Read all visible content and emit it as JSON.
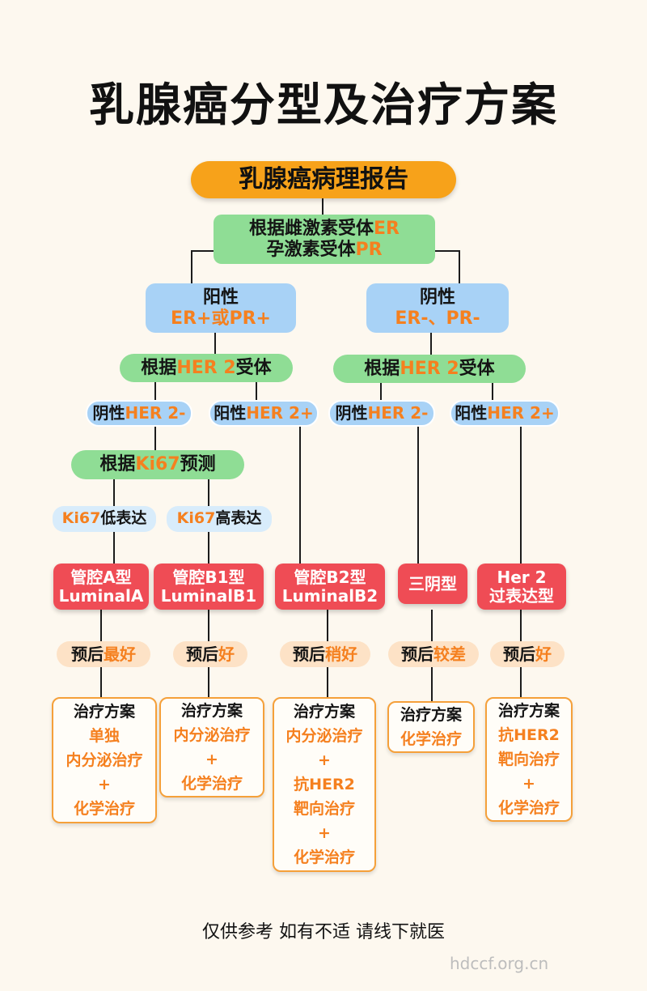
{
  "title": "乳腺癌分型及治疗方案",
  "root": "乳腺癌病理报告",
  "criteria": {
    "line1_a": "根据雌激素受体",
    "line1_b": "ER",
    "line2_a": "孕激素受体",
    "line2_b": "PR"
  },
  "positive": {
    "label": "阳性",
    "detail": "ER+或PR+"
  },
  "negative": {
    "label": "阴性",
    "detail": "ER-、PR-"
  },
  "her2_check": {
    "prefix": "根据",
    "highlight": "HER 2",
    "suffix": "受体"
  },
  "her2_neg": {
    "prefix": "阴性",
    "highlight": "HER 2-"
  },
  "her2_pos": {
    "prefix": "阳性",
    "highlight": "HER 2+"
  },
  "ki67_check": {
    "prefix": "根据",
    "highlight": "Ki67",
    "suffix": "预测"
  },
  "ki67_low": {
    "highlight": "Ki67",
    "suffix": "低表达"
  },
  "ki67_high": {
    "highlight": "Ki67",
    "suffix": "高表达"
  },
  "types": [
    {
      "line1": "管腔A型",
      "line2": "LuminalA"
    },
    {
      "line1": "管腔B1型",
      "line2": "LuminalB1"
    },
    {
      "line1": "管腔B2型",
      "line2": "LuminalB2"
    },
    {
      "line1": "三阴型",
      "line2": ""
    },
    {
      "line1": "Her 2",
      "line2": "过表达型"
    }
  ],
  "prognosis": [
    {
      "prefix": "预后",
      "highlight": "最好"
    },
    {
      "prefix": "预后",
      "highlight": "好"
    },
    {
      "prefix": "预后",
      "highlight": "稍好"
    },
    {
      "prefix": "预后",
      "highlight": "较差"
    },
    {
      "prefix": "预后",
      "highlight": "好"
    }
  ],
  "treatments": [
    {
      "header": "治疗方案",
      "lines": [
        "单独",
        "内分泌治疗",
        "+",
        "化学治疗"
      ]
    },
    {
      "header": "治疗方案",
      "lines": [
        "内分泌治疗",
        "+",
        "化学治疗"
      ]
    },
    {
      "header": "治疗方案",
      "lines": [
        "内分泌治疗",
        "+",
        "抗HER2",
        "靶向治疗",
        "+",
        "化学治疗"
      ]
    },
    {
      "header": "治疗方案",
      "lines": [
        "化学治疗"
      ]
    },
    {
      "header": "治疗方案",
      "lines": [
        "抗HER2",
        "靶向治疗",
        "+",
        "化学治疗"
      ]
    }
  ],
  "footer": "仅供参考 如有不适 请线下就医",
  "watermark": "hdccf.org.cn",
  "colors": {
    "orange": "#f7a21a",
    "green": "#8fdd95",
    "blue": "#a8d2f6",
    "red": "#ef4c55",
    "highlight": "#f5801f",
    "background": "#fdf8ef"
  }
}
